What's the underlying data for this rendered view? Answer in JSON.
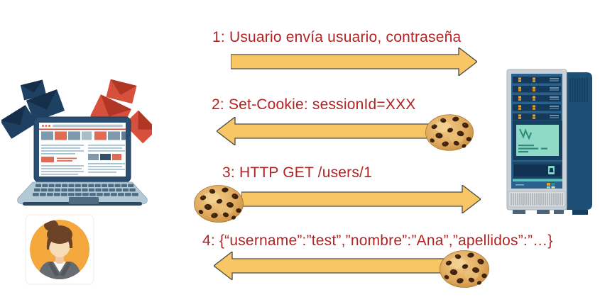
{
  "diagram": {
    "type": "cookie-session-sequence",
    "actors": [
      {
        "id": "client",
        "icon": "laptop-with-envelopes-icon"
      },
      {
        "id": "user",
        "icon": "woman-avatar-icon"
      },
      {
        "id": "server",
        "icon": "mainframe-server-icon"
      }
    ],
    "messages": [
      {
        "label": "1: Usuario envía usuario, contraseña",
        "direction": "right",
        "cookie_position": "none"
      },
      {
        "label": "2: Set-Cookie: sessionId=XXX",
        "direction": "left",
        "cookie_position": "right"
      },
      {
        "label": "3: HTTP GET /users/1",
        "direction": "right",
        "cookie_position": "left"
      },
      {
        "label": "4: {“username”:”test”,”nombre”:”Ana”,”apellidos”:”…}",
        "direction": "left",
        "cookie_position": "right"
      }
    ],
    "colors": {
      "label_text": "#B22323",
      "arrow_fill": "#F9C666",
      "arrow_stroke": "#4A4A4A",
      "avatar_bg": "#F5A83D",
      "server_blue": "#2A628E",
      "envelope_navy": "#1E4063",
      "envelope_red": "#D7503B"
    }
  }
}
